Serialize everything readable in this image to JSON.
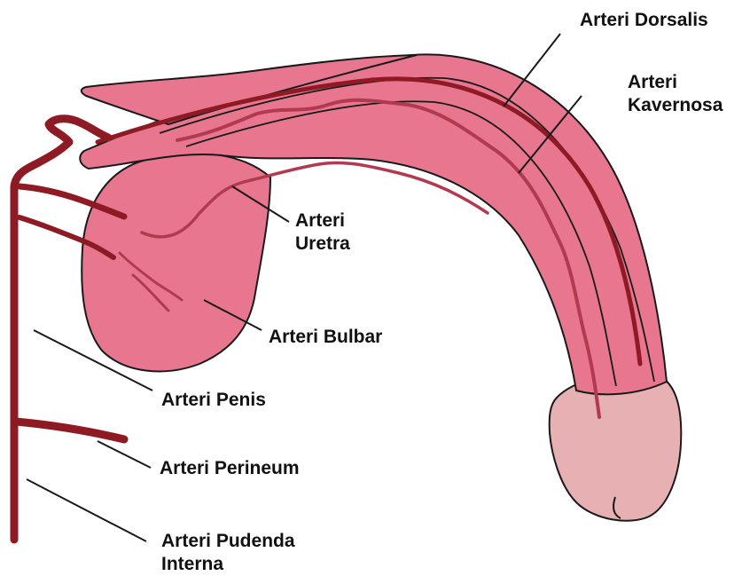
{
  "colors": {
    "shaft_fill": "#e8768f",
    "bulb_fill": "#e8768f",
    "glans_fill": "#e7b0b3",
    "outline": "#1a1a1a",
    "artery_main": "#8e1a24",
    "artery_light": "#b23a50",
    "leader_line": "#1a1a1a"
  },
  "labels": {
    "dorsalis": [
      "Arteri Dorsalis"
    ],
    "kavernosa": [
      "Arteri",
      "Kavernosa"
    ],
    "uretra": [
      "Arteri",
      "Uretra"
    ],
    "bulbar": [
      "Arteri Bulbar"
    ],
    "penis": [
      "Arteri Penis"
    ],
    "perineum": [
      "Arteri Perineum"
    ],
    "pudenda": [
      "Arteri Pudenda",
      "Interna"
    ]
  }
}
